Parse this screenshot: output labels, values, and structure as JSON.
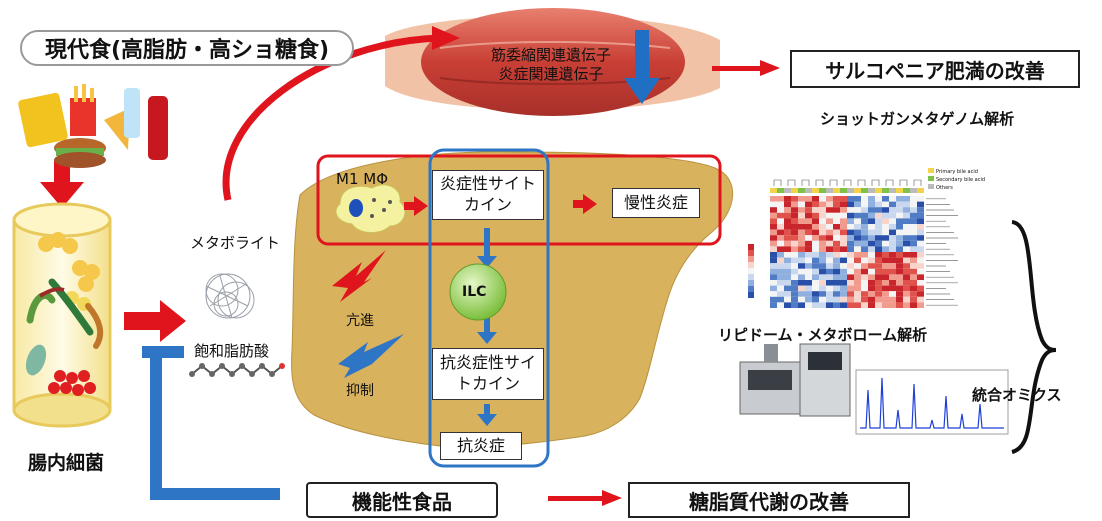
{
  "diet": {
    "title": "現代食(高脂肪・高ショ糖食)"
  },
  "muscle": {
    "genes_line1": "筋委縮関連遺伝子",
    "genes_line2": "炎症関連遺伝子"
  },
  "outcomes": {
    "sarcopenic_obesity": "サルコペニア肥満の改善",
    "glucolipid": "糖脂質代謝の改善"
  },
  "gut": {
    "label": "腸内細菌"
  },
  "metabolites": {
    "label": "メタボライト",
    "saturated_fa": "飽和脂肪酸"
  },
  "liver": {
    "macrophage": "M1 MΦ",
    "inflam_cytokine": "炎症性サイトカイン",
    "chronic_inflammation": "慢性炎症",
    "ilc": "ILC",
    "anti_cytokine": "抗炎症性サイトカイン",
    "anti_inflammation": "抗炎症",
    "promotion": "亢進",
    "suppression": "抑制"
  },
  "functional_food": {
    "label": "機能性食品"
  },
  "omics": {
    "shotgun": "ショットガンメタゲノム解析",
    "lipidome": "リピドーム・メタボローム解析",
    "integrated": "統合オミクス",
    "heatmap_legend": [
      "Primary bile acid",
      "Secondary bile acid",
      "Others"
    ]
  },
  "colors": {
    "red_arrow": "#e0141c",
    "blue_arrow": "#2e75c6",
    "liver": "#d9b25e",
    "muscle": "#d2554a",
    "red_frame": "#e0141c",
    "blue_frame": "#2e75c6"
  }
}
